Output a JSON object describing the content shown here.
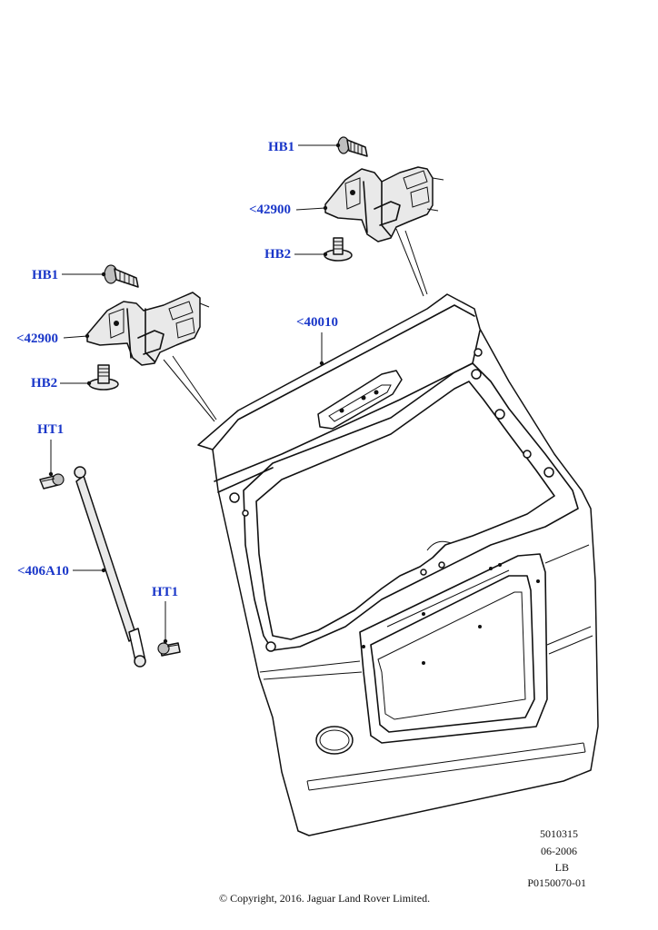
{
  "callouts": {
    "hb1_upper": "HB1",
    "p42900_upper": "<42900",
    "hb2_upper": "HB2",
    "hb1_lower": "HB1",
    "p42900_lower": "<42900",
    "hb2_lower": "HB2",
    "p40010": "<40010",
    "ht1_upper": "HT1",
    "p406a10": "<406A10",
    "ht1_lower": "HT1"
  },
  "meta": {
    "ref_number": "5010315",
    "date": "06-2006",
    "side": "LB",
    "illustration_id": "P0150070-01",
    "copyright": "© Copyright, 2016. Jaguar Land Rover Limited."
  }
}
